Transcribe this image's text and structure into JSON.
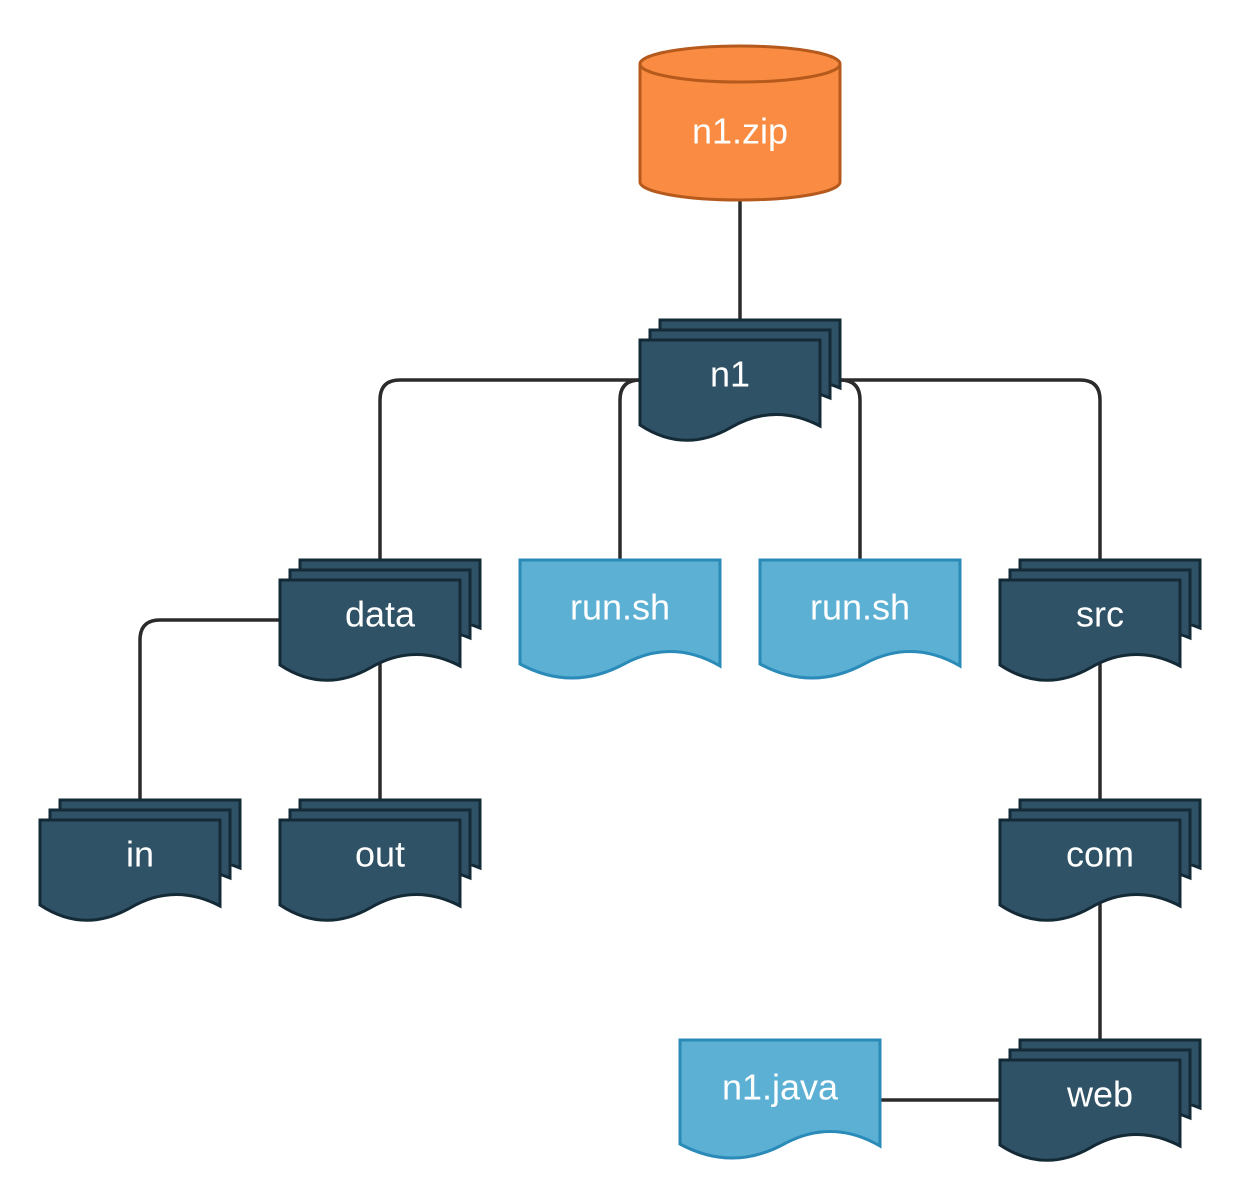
{
  "nodes": {
    "zip": {
      "label": "n1.zip",
      "kind": "archive"
    },
    "root": {
      "label": "n1",
      "kind": "folder"
    },
    "data": {
      "label": "data",
      "kind": "folder"
    },
    "run1": {
      "label": "run.sh",
      "kind": "file"
    },
    "run2": {
      "label": "run.sh",
      "kind": "file"
    },
    "src": {
      "label": "src",
      "kind": "folder"
    },
    "in": {
      "label": "in",
      "kind": "folder"
    },
    "out": {
      "label": "out",
      "kind": "folder"
    },
    "com": {
      "label": "com",
      "kind": "folder"
    },
    "web": {
      "label": "web",
      "kind": "folder"
    },
    "java": {
      "label": "n1.java",
      "kind": "file"
    }
  },
  "edges": [
    [
      "zip",
      "root"
    ],
    [
      "root",
      "data"
    ],
    [
      "root",
      "run1"
    ],
    [
      "root",
      "run2"
    ],
    [
      "root",
      "src"
    ],
    [
      "data",
      "in"
    ],
    [
      "data",
      "out"
    ],
    [
      "src",
      "com"
    ],
    [
      "com",
      "web"
    ],
    [
      "web",
      "java"
    ]
  ],
  "colors": {
    "archive_fill": "#f98c42",
    "archive_stroke": "#b55a1c",
    "folder_fill": "#2f5266",
    "folder_stroke": "#142a37",
    "file_fill": "#5cb0d4",
    "file_stroke": "#2a8bb9",
    "edge": "#2b2b2b",
    "label": "#ffffff"
  }
}
